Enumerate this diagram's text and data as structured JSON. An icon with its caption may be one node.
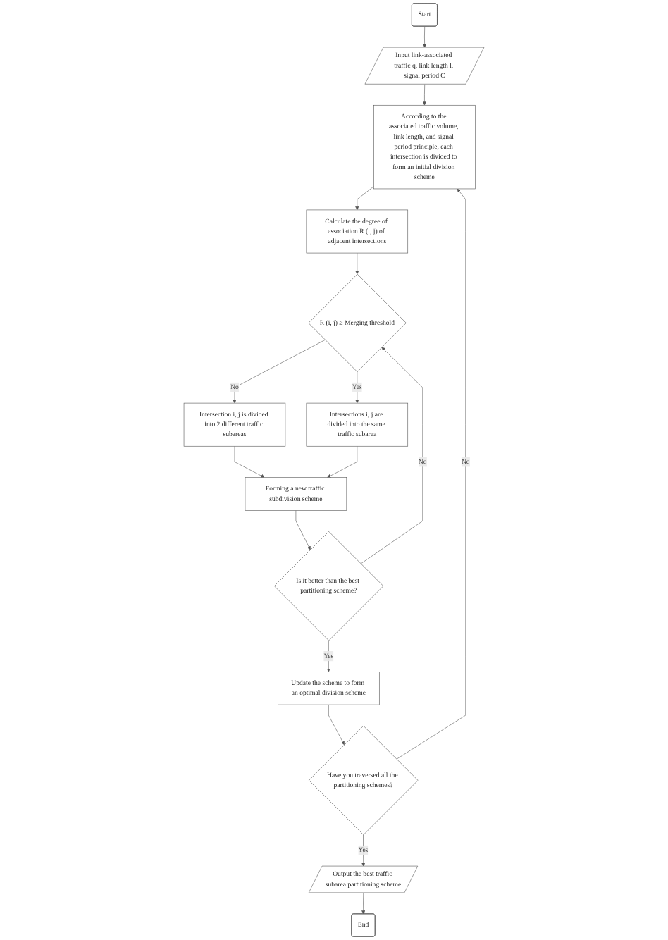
{
  "diagram": {
    "nodes": [
      {
        "text": [
          "Start"
        ]
      },
      {
        "text": [
          "Input link-associated traffic q, link length l, signal period C"
        ]
      },
      {
        "text": [
          "According to the associated traffic volume, link length, and signal period principle, each intersection is divided to form an initial division scheme"
        ]
      },
      {
        "text": [
          "Calculate the degree of association R (i, j) of adjacent intersections"
        ]
      },
      {
        "text": [
          "R (i, j) ≥ Merging threshold"
        ]
      },
      {
        "text": [
          "Intersection i, j is divided into 2 different traffic subareas"
        ]
      },
      {
        "text": [
          "Intersections i, j are divided into the same traffic subarea"
        ]
      },
      {
        "text": [
          "Forming a new traffic subdivision scheme"
        ]
      },
      {
        "text": [
          "Is it better than the best partitioning scheme?"
        ]
      },
      {
        "text": [
          "Update the scheme to form an optimal division scheme"
        ]
      },
      {
        "text": [
          "Have you traversed all the partitioning schemes?"
        ]
      },
      {
        "text": [
          "Output the best traffic subarea partitioning scheme"
        ]
      },
      {
        "text": [
          "End"
        ]
      }
    ],
    "edges": [
      {
        "from": 0,
        "to": 1,
        "arrow": "to"
      },
      {
        "from": 1,
        "to": 2,
        "arrow": "to"
      },
      {
        "from": 2,
        "to": 3,
        "arrow": "to"
      },
      {
        "from": 3,
        "to": 4,
        "arrow": "to"
      },
      {
        "from": 4,
        "to": 5,
        "arrow": "to",
        "label": "No"
      },
      {
        "from": 4,
        "to": 6,
        "arrow": "to",
        "label": "Yes"
      },
      {
        "from": 5,
        "to": 7,
        "arrow": "to"
      },
      {
        "from": 6,
        "to": 7,
        "arrow": "to"
      },
      {
        "from": 7,
        "to": 8,
        "arrow": "to"
      },
      {
        "from": 8,
        "to": 4,
        "arrow": "to",
        "label": "No"
      },
      {
        "from": 8,
        "to": 9,
        "arrow": "to",
        "label": "Yes"
      },
      {
        "from": 9,
        "to": 10,
        "arrow": "to"
      },
      {
        "from": 10,
        "to": 2,
        "arrow": "to",
        "label": "No"
      },
      {
        "from": 10,
        "to": 11,
        "arrow": "to",
        "label": "Yes"
      },
      {
        "from": 11,
        "to": 12,
        "arrow": "to"
      }
    ]
  }
}
